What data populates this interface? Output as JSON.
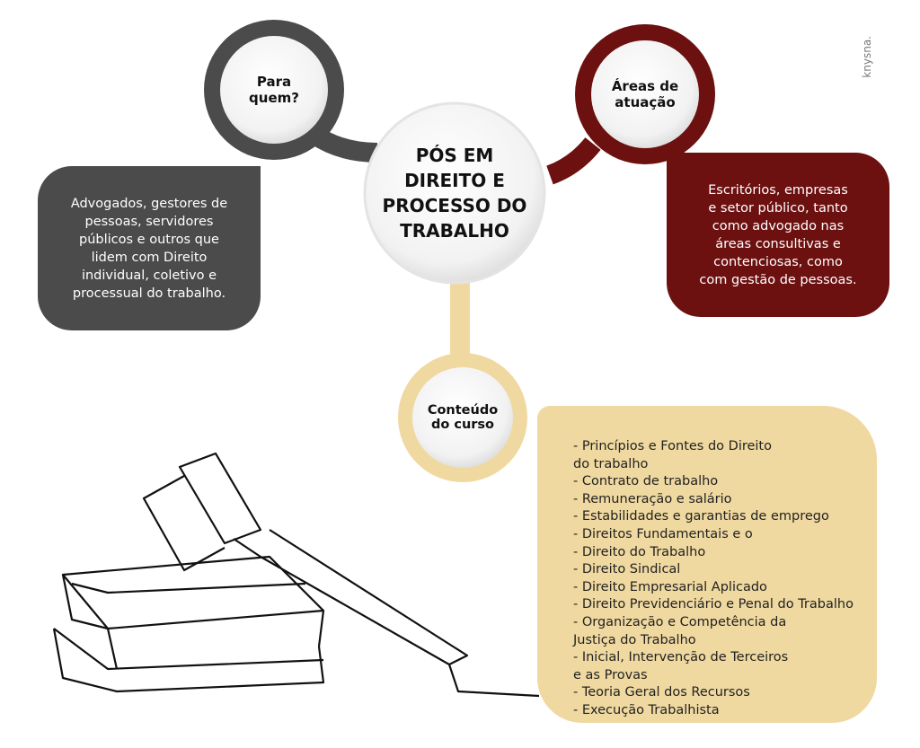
{
  "center": {
    "title": "PÓS EM\nDIREITO E\nPROCESSO DO\nTRABALHO"
  },
  "para_quem": {
    "label": "Para\nquem?",
    "text": "Advogados, gestores de\npessoas, servidores\npúblicos e outros que\nlidem com Direito\nindividual, coletivo e\nprocessual do trabalho."
  },
  "areas": {
    "label": "Áreas de\natuação",
    "text": "Escritórios, empresas\ne setor público, tanto\ncomo advogado nas\náreas consultivas e\ncontenciosas, como\ncom gestão de pessoas."
  },
  "conteudo": {
    "label": "Conteúdo\ndo curso",
    "items": [
      "- Princípios e Fontes do Direito",
      "do trabalho",
      "- Contrato de trabalho",
      "- Remuneração e salário",
      "- Estabilidades e garantias de emprego",
      "- Direitos Fundamentais e o",
      "- Direito do Trabalho",
      "- Direito Sindical",
      "- Direito Empresarial Aplicado",
      "- Direito Previdenciário e Penal do Trabalho",
      "- Organização e Competência da",
      "Justiça do Trabalho",
      "- Inicial, Intervenção de Terceiros",
      "e as Provas",
      "- Teoria Geral dos Recursos",
      "- Execução Trabalhista"
    ]
  },
  "watermark": "knysna.",
  "colors": {
    "gray": "#4b4b4b",
    "red": "#6c1010",
    "beige": "#f0d9a0"
  }
}
